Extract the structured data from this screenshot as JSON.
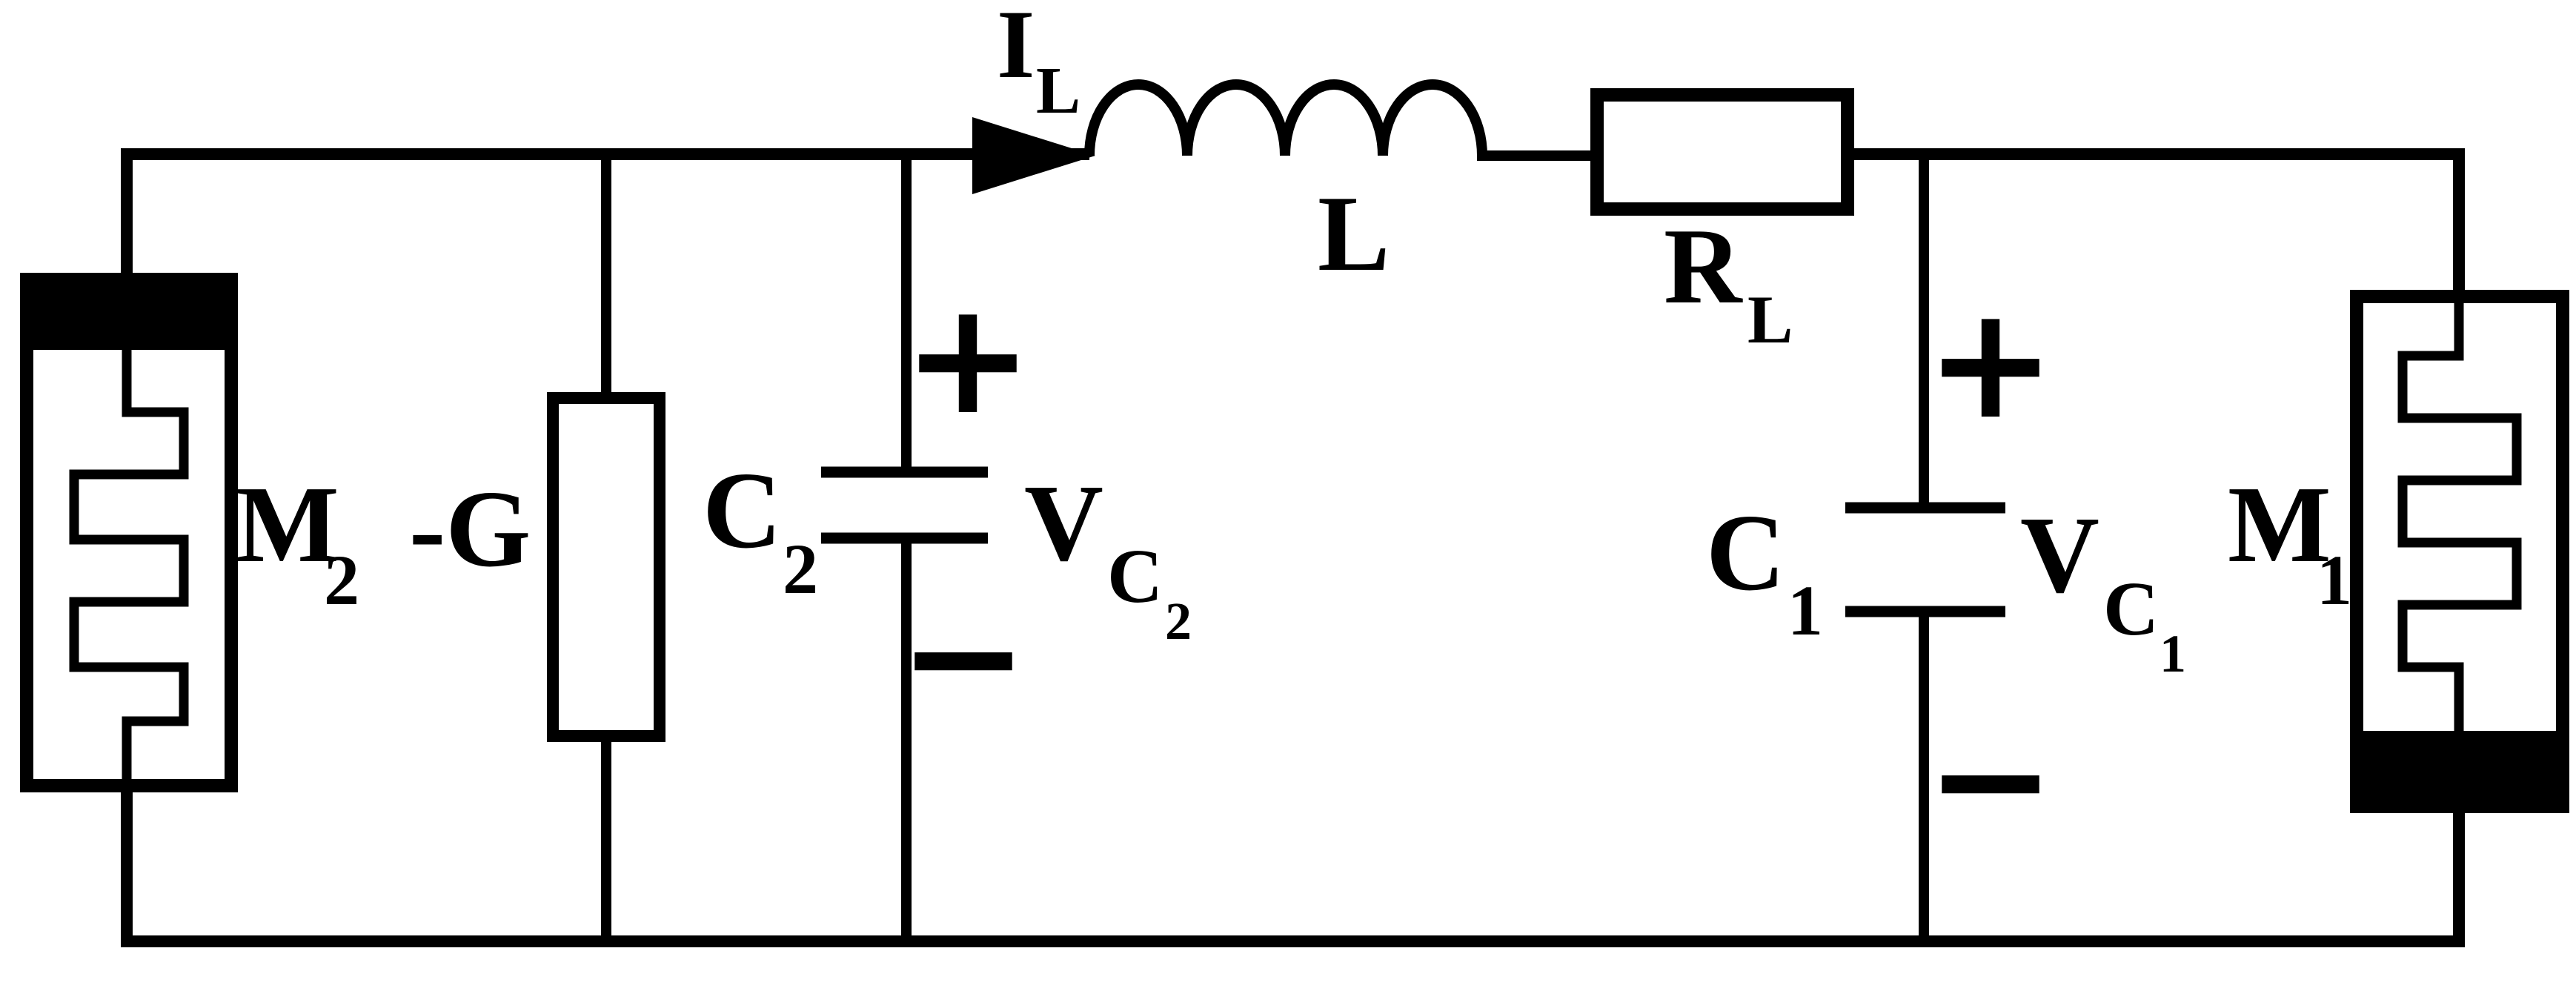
{
  "figure": {
    "background": "#ffffff",
    "ink": "#000000"
  },
  "components": {
    "memristor_m2": {
      "label": "M",
      "label_sub": "2"
    },
    "negative_conductance": {
      "label": "-G"
    },
    "capacitor_c2": {
      "label": "C",
      "label_sub": "2",
      "voltage": {
        "main": "V",
        "sub": "C",
        "subsub": "2"
      },
      "polarity_plus": "+",
      "polarity_minus": "−"
    },
    "inductor_l": {
      "label": "L",
      "current": {
        "main": "I",
        "sub": "L"
      }
    },
    "resistor_rl": {
      "label": "R",
      "label_sub": "L"
    },
    "capacitor_c1": {
      "label": "C",
      "label_sub": "1",
      "voltage": {
        "main": "V",
        "sub": "C",
        "subsub": "1"
      },
      "polarity_plus": "+",
      "polarity_minus": "−"
    },
    "memristor_m1": {
      "label": "M",
      "label_sub": "1"
    }
  }
}
